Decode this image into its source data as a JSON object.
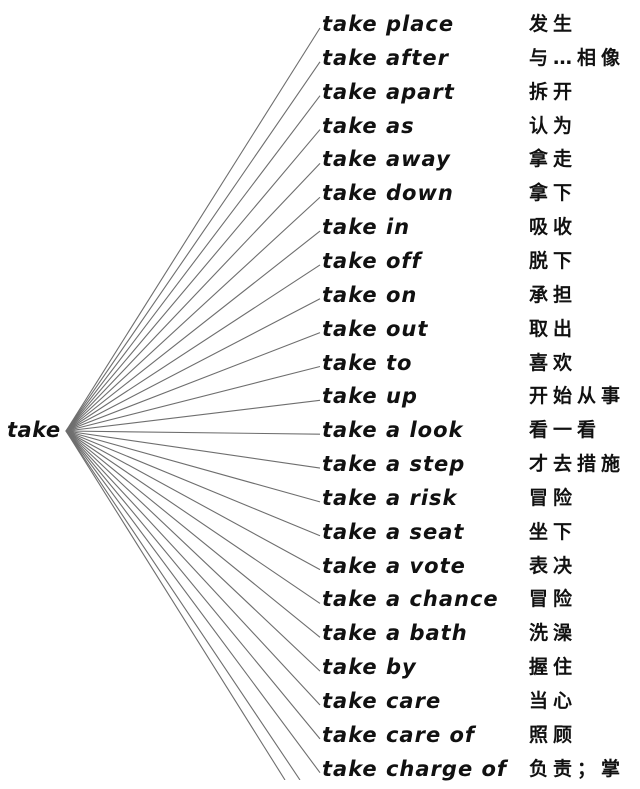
{
  "root": {
    "label": "take"
  },
  "entries": [
    {
      "phrase": "take place",
      "meaning": "发生"
    },
    {
      "phrase": "take after",
      "meaning": "与…相像"
    },
    {
      "phrase": "take apart",
      "meaning": "拆开"
    },
    {
      "phrase": "take as",
      "meaning": "认为"
    },
    {
      "phrase": "take away",
      "meaning": "拿走"
    },
    {
      "phrase": "take down",
      "meaning": "拿下"
    },
    {
      "phrase": "take in",
      "meaning": "吸收"
    },
    {
      "phrase": "take off",
      "meaning": "脱下"
    },
    {
      "phrase": "take on",
      "meaning": "承担"
    },
    {
      "phrase": "take out",
      "meaning": "取出"
    },
    {
      "phrase": "take to",
      "meaning": "喜欢"
    },
    {
      "phrase": "take up",
      "meaning": "开始从事"
    },
    {
      "phrase": "take a look",
      "meaning": "看一看"
    },
    {
      "phrase": "take a step",
      "meaning": "才去措施"
    },
    {
      "phrase": "take a risk",
      "meaning": "冒险"
    },
    {
      "phrase": "take a seat",
      "meaning": "坐下"
    },
    {
      "phrase": "take a vote",
      "meaning": "表决"
    },
    {
      "phrase": "take a chance",
      "meaning": "冒险"
    },
    {
      "phrase": "take a bath",
      "meaning": "洗澡"
    },
    {
      "phrase": "take by",
      "meaning": "握住"
    },
    {
      "phrase": "take care",
      "meaning": "当心"
    },
    {
      "phrase": "take care of",
      "meaning": "照顾"
    },
    {
      "phrase": "take charge of",
      "meaning": "负责；掌"
    }
  ],
  "colors": {
    "line": "#6e6e6e",
    "text": "#111111",
    "background": "#ffffff"
  }
}
